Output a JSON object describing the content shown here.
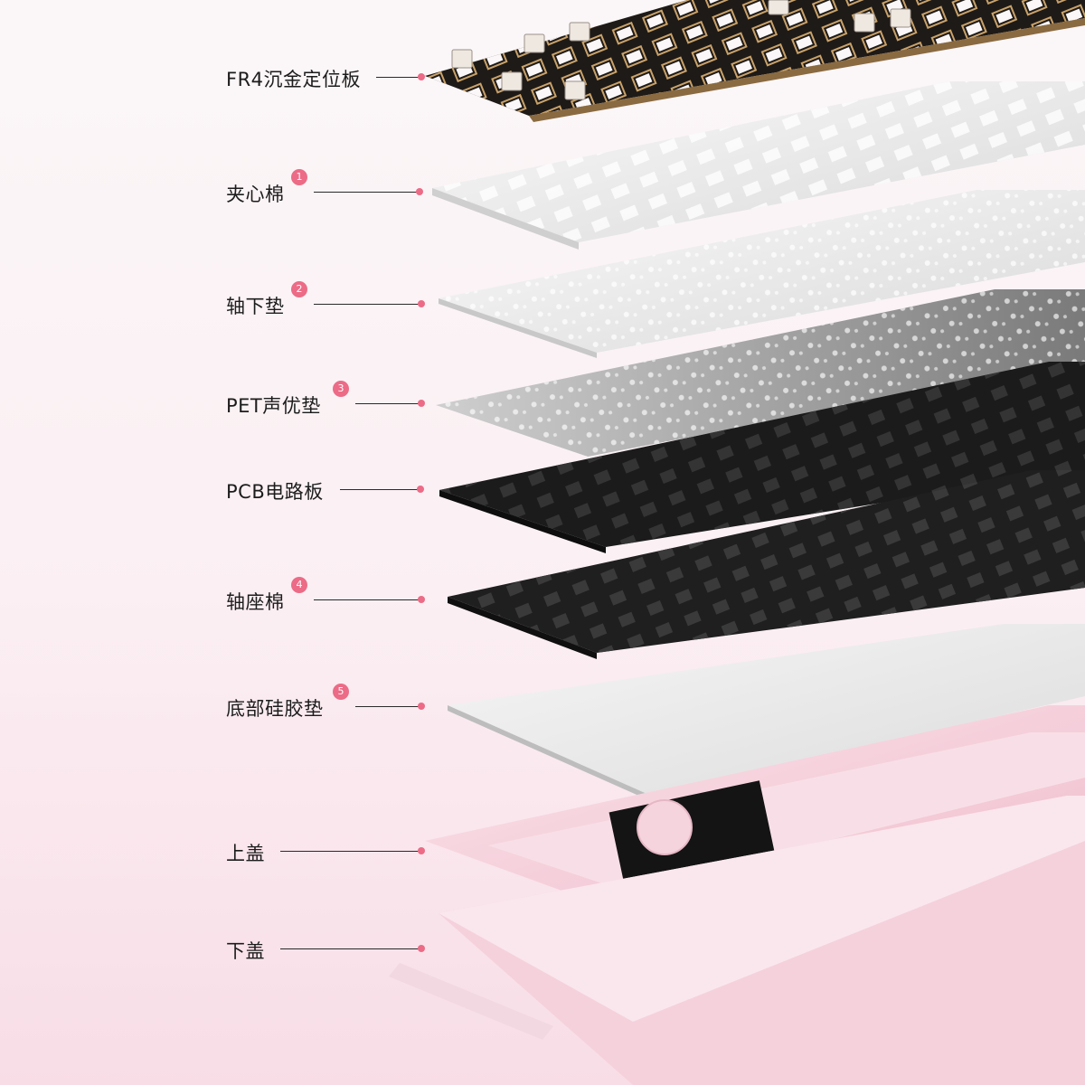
{
  "layers": [
    {
      "label": "FR4沉金定位板",
      "badge": "",
      "material": "fr4-plate"
    },
    {
      "label": "夹心棉",
      "badge": "1",
      "material": "white-foam"
    },
    {
      "label": "轴下垫",
      "badge": "2",
      "material": "white-pad"
    },
    {
      "label": "PET声优垫",
      "badge": "3",
      "material": "grey-pet"
    },
    {
      "label": "PCB电路板",
      "badge": "",
      "material": "black-pcb"
    },
    {
      "label": "轴座棉",
      "badge": "4",
      "material": "black-foam"
    },
    {
      "label": "底部硅胶垫",
      "badge": "5",
      "material": "silicone-pad"
    },
    {
      "label": "上盖",
      "badge": "",
      "material": "pink-top-case"
    },
    {
      "label": "下盖",
      "badge": "",
      "material": "pink-bottom-case"
    }
  ],
  "colors": {
    "accent": "#ec6b86",
    "leader": "#2a2a2a",
    "text": "#1c1c1c",
    "fr4": "#1e1a17",
    "gold": "#c9a26a",
    "foam": "#f1f1f1",
    "pcb": "#1b1b1b",
    "case": "#f3cad6"
  }
}
